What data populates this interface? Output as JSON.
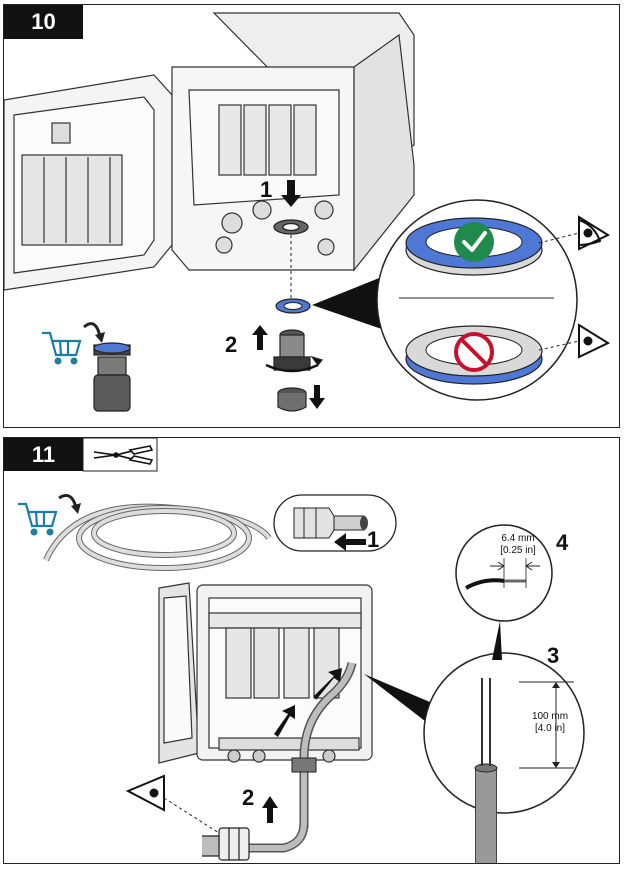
{
  "panel10": {
    "number": "10",
    "step1": "1",
    "step2": "2",
    "icons": [
      "shopping-cart-icon",
      "arrow-icon",
      "check-icon",
      "prohibited-icon",
      "eye-icon"
    ]
  },
  "panel11": {
    "number": "11",
    "step1": "1",
    "step2": "2",
    "step3": "3",
    "step4": "4",
    "strip_length_mm": "6.4 mm",
    "strip_length_in": "[0.25 in]",
    "jacket_length_mm": "100 mm",
    "jacket_length_in": "[4.0 in]",
    "icons": [
      "wire-stripper-icon",
      "shopping-cart-icon",
      "eye-icon",
      "arrow-icon"
    ]
  },
  "colors": {
    "ring_blue": "#4f78d6",
    "check_green": "#1f8a4c",
    "prohibit_red": "#c8102e",
    "cart_teal": "#1a7fa0"
  }
}
